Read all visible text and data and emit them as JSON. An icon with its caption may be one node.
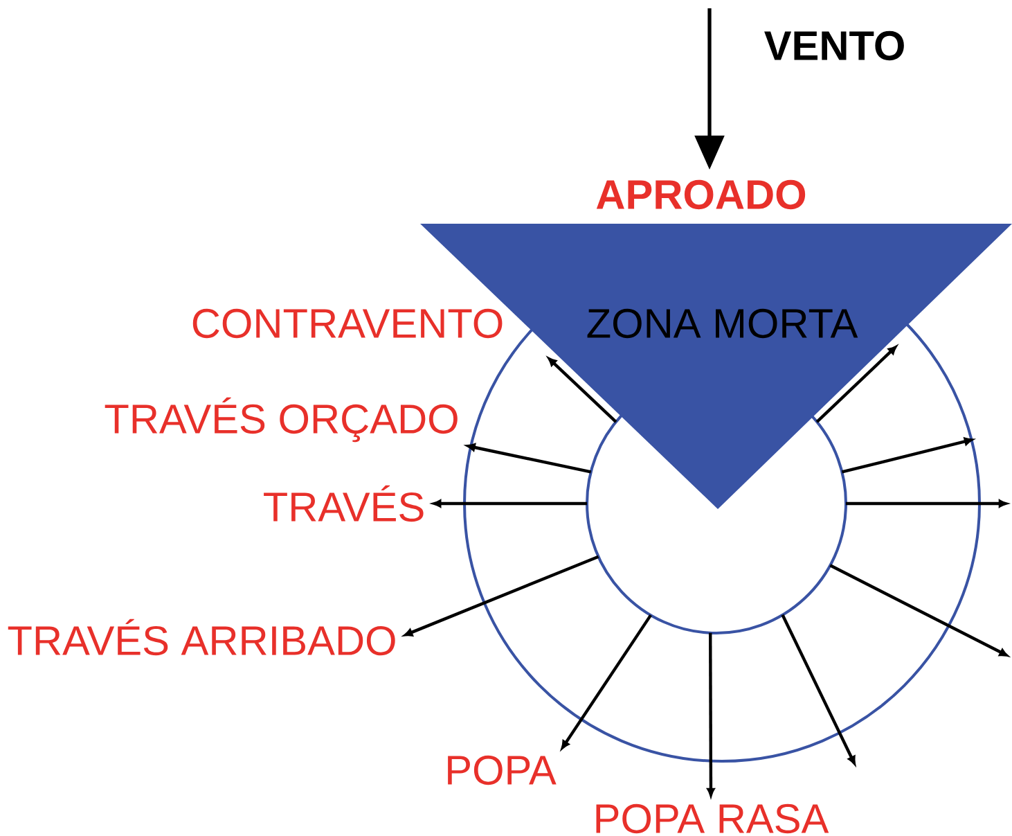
{
  "diagram": {
    "nodes": [
      {
        "text": [
          "ZONA MORTA"
        ],
        "beside": [
          "APROADO"
        ]
      },
      {
        "text": [],
        "shape": "circle"
      },
      {
        "text": [
          "TRAVÉS ORÇADO"
        ]
      },
      {
        "text": [
          "TRAVÉS"
        ]
      },
      {
        "text": [
          "TRAVÉS ARRIBADO"
        ]
      },
      {
        "text": [
          "POPA"
        ]
      },
      {
        "text": [
          "POPA RASA"
        ]
      }
    ],
    "edges": [
      {
        "from": 1,
        "to": 0,
        "arrow": "to"
      },
      {
        "from": 1,
        "to": 0,
        "arrow": "to"
      },
      {
        "from": 1,
        "to": 2,
        "arrow": "to"
      },
      {
        "from": 1,
        "to": null,
        "arrow": "to"
      },
      {
        "from": 1,
        "to": 3,
        "arrow": "to"
      },
      {
        "from": 1,
        "to": null,
        "arrow": "to"
      },
      {
        "from": 1,
        "to": 4,
        "arrow": "to"
      },
      {
        "from": 1,
        "to": null,
        "arrow": "to"
      },
      {
        "from": 1,
        "to": 5,
        "arrow": "to"
      },
      {
        "from": 1,
        "to": 6,
        "arrow": "to"
      },
      {
        "from": 1,
        "to": null,
        "arrow": "to"
      }
    ],
    "labels": [
      "VENTO",
      "CONTRAVENTO"
    ]
  }
}
